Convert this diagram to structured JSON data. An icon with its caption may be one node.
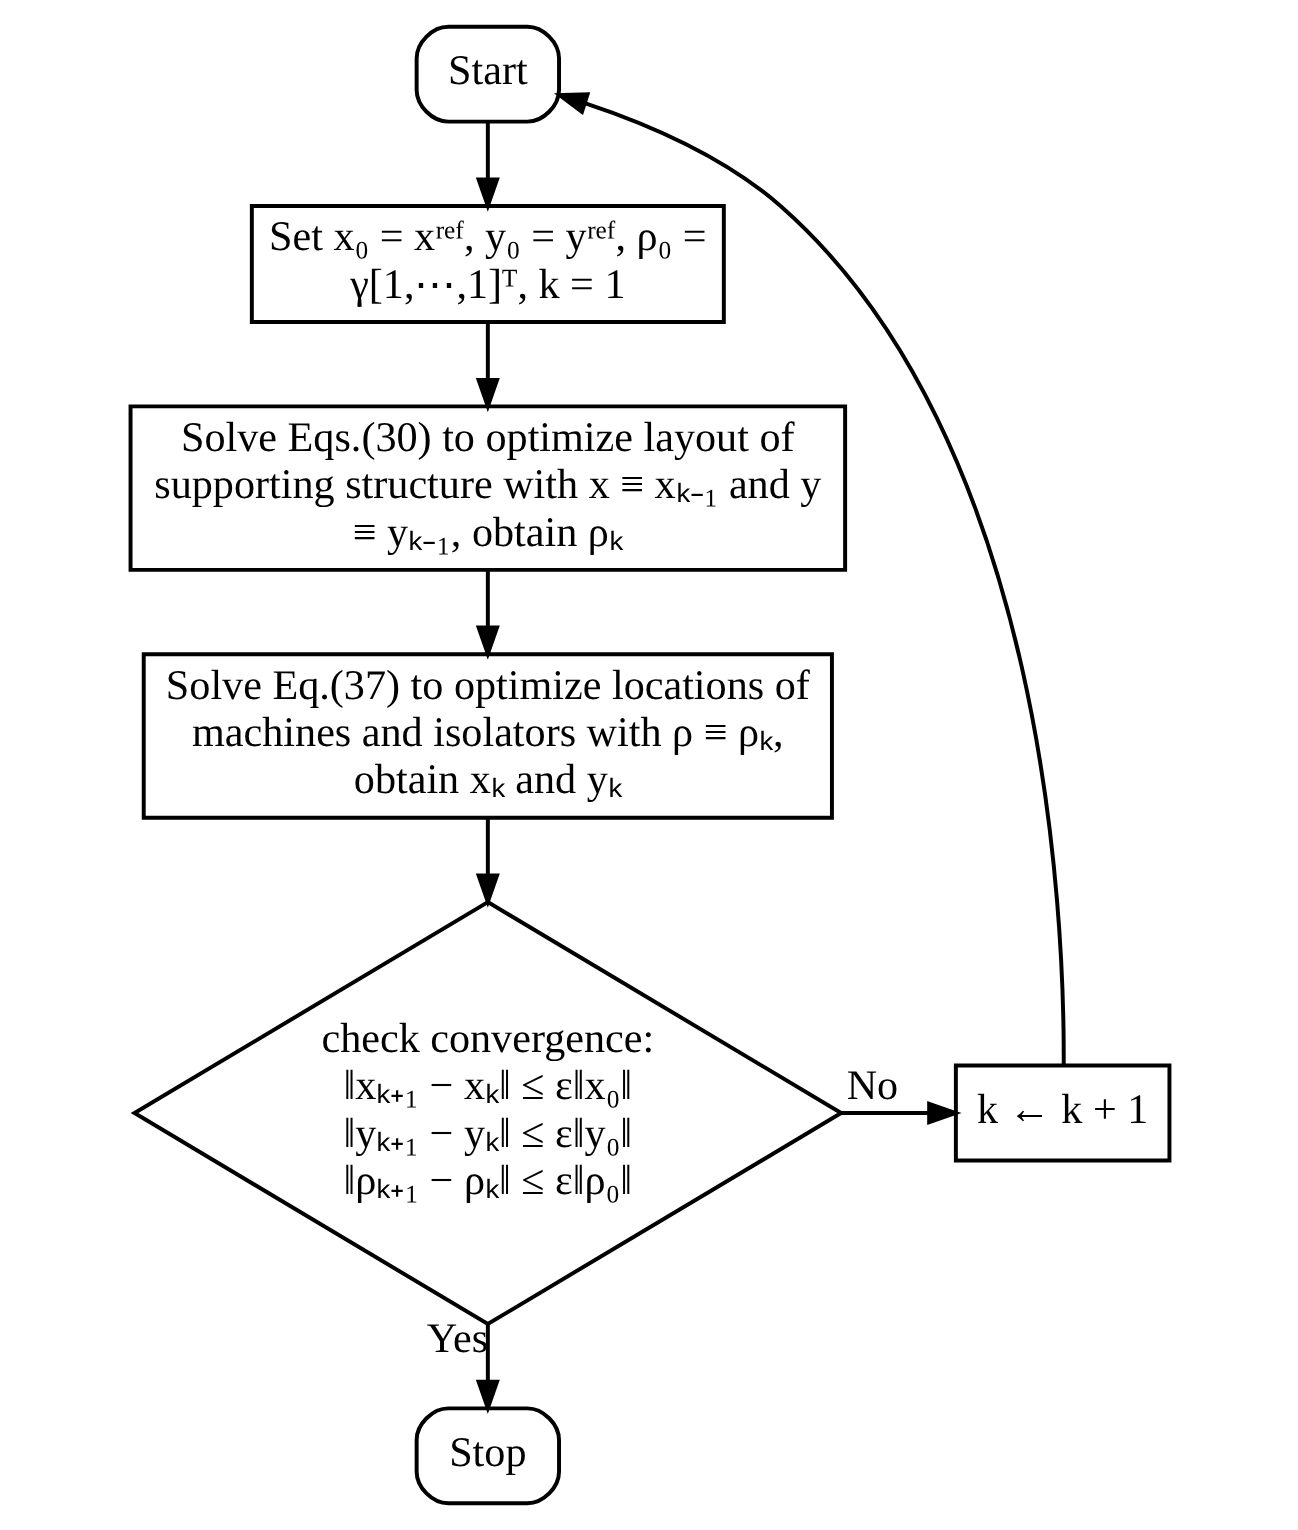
{
  "diagram": {
    "nodes": [
      {
        "text": [
          "Start"
        ]
      },
      {
        "text": [
          "Set x₀ = xʳᵉᶠ, y₀ = yʳᵉᶠ, ρ₀ = γ[1,⋯,1]ᵀ, k = 1"
        ]
      },
      {
        "text": [
          "Solve Eqs.(30) to optimize layout of supporting structure with x ≡ xₖ₋₁ and y ≡ yₖ₋₁, obtain ρₖ"
        ]
      },
      {
        "text": [
          "Solve Eq.(37) to optimize locations of machines and isolators with ρ ≡ ρₖ, obtain xₖ and yₖ"
        ]
      },
      {
        "text": [
          "check convergence:",
          "‖xₖ₊₁ − xₖ‖ ≤ ε‖x₀‖",
          "‖yₖ₊₁ − yₖ‖ ≤ ε‖y₀‖",
          "‖ρₖ₊₁ − ρₖ‖ ≤ ε‖ρ₀‖"
        ]
      },
      {
        "text": [
          "k ← k + 1"
        ]
      },
      {
        "text": [
          "Stop"
        ]
      }
    ],
    "edges": [
      {
        "from": 0,
        "to": 1,
        "arrow": "to"
      },
      {
        "from": 1,
        "to": 2,
        "arrow": "to"
      },
      {
        "from": 2,
        "to": 3,
        "arrow": "to"
      },
      {
        "from": 3,
        "to": 4,
        "arrow": "to"
      },
      {
        "from": 4,
        "to": 5,
        "arrow": "to",
        "label": "No"
      },
      {
        "from": 5,
        "to": 0,
        "arrow": "to"
      },
      {
        "from": 4,
        "to": 6,
        "arrow": "to",
        "label": "Yes"
      }
    ]
  }
}
